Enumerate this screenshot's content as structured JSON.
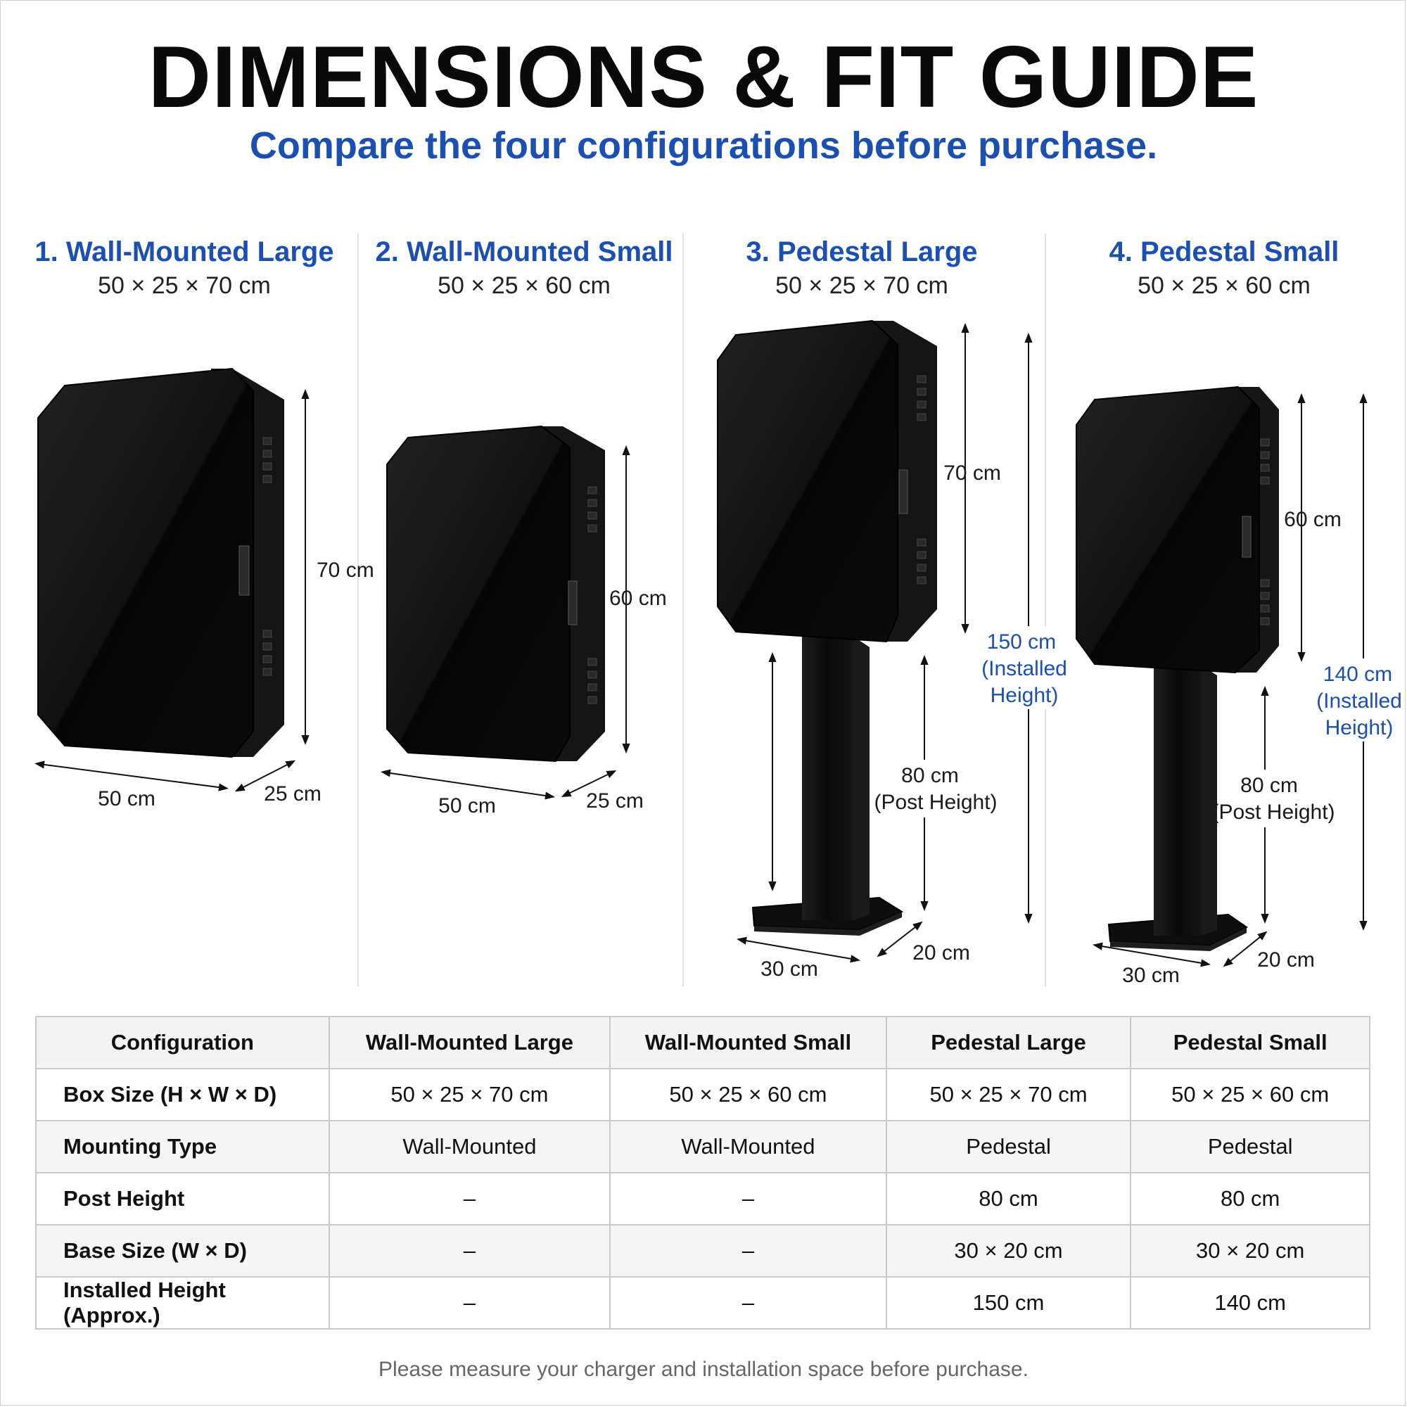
{
  "header": {
    "title": "DIMENSIONS & FIT GUIDE",
    "subtitle": "Compare the four configurations before purchase."
  },
  "colors": {
    "accent": "#1b4fb0",
    "cabinet": "#0b0b0b"
  },
  "configs": [
    {
      "name": "1. Wall-Mounted Large",
      "dims": "50 × 25 × 70 cm",
      "height_label": "70 cm",
      "width_label": "50 cm",
      "depth_label": "25 cm"
    },
    {
      "name": "2. Wall-Mounted Small",
      "dims": "50 × 25 × 60 cm",
      "height_label": "60 cm",
      "width_label": "50 cm",
      "depth_label": "25 cm"
    },
    {
      "name": "3. Pedestal Large",
      "dims": "50 × 25 × 70 cm",
      "height_label": "70 cm",
      "installed_line1": "150 cm",
      "installed_line2": "(Installed",
      "installed_line3": "Height)",
      "post_line1": "80 cm",
      "post_line2": "(Post Height)",
      "base_width_label": "30 cm",
      "base_depth_label": "20 cm"
    },
    {
      "name": "4. Pedestal Small",
      "dims": "50 × 25 × 60 cm",
      "height_label": "60 cm",
      "installed_line1": "140 cm",
      "installed_line2": "(Installed",
      "installed_line3": "Height)",
      "post_line1": "80 cm",
      "post_line2": "(Post Height)",
      "base_width_label": "30 cm",
      "base_depth_label": "20 cm"
    }
  ],
  "table": {
    "headers": [
      "Configuration",
      "Wall-Mounted Large",
      "Wall-Mounted Small",
      "Pedestal Large",
      "Pedestal Small"
    ],
    "rows": [
      [
        "Box Size (H × W × D)",
        "50 × 25 × 70 cm",
        "50 × 25 × 60 cm",
        "50 × 25 × 70 cm",
        "50 × 25 × 60 cm"
      ],
      [
        "Mounting Type",
        "Wall-Mounted",
        "Wall-Mounted",
        "Pedestal",
        "Pedestal"
      ],
      [
        "Post Height",
        "–",
        "–",
        "80 cm",
        "80 cm"
      ],
      [
        "Base Size (W × D)",
        "–",
        "–",
        "30 × 20 cm",
        "30 × 20 cm"
      ],
      [
        "Installed Height (Approx.)",
        "–",
        "–",
        "150 cm",
        "140 cm"
      ]
    ]
  },
  "footer": {
    "note": "Please measure your charger and installation space before purchase."
  }
}
